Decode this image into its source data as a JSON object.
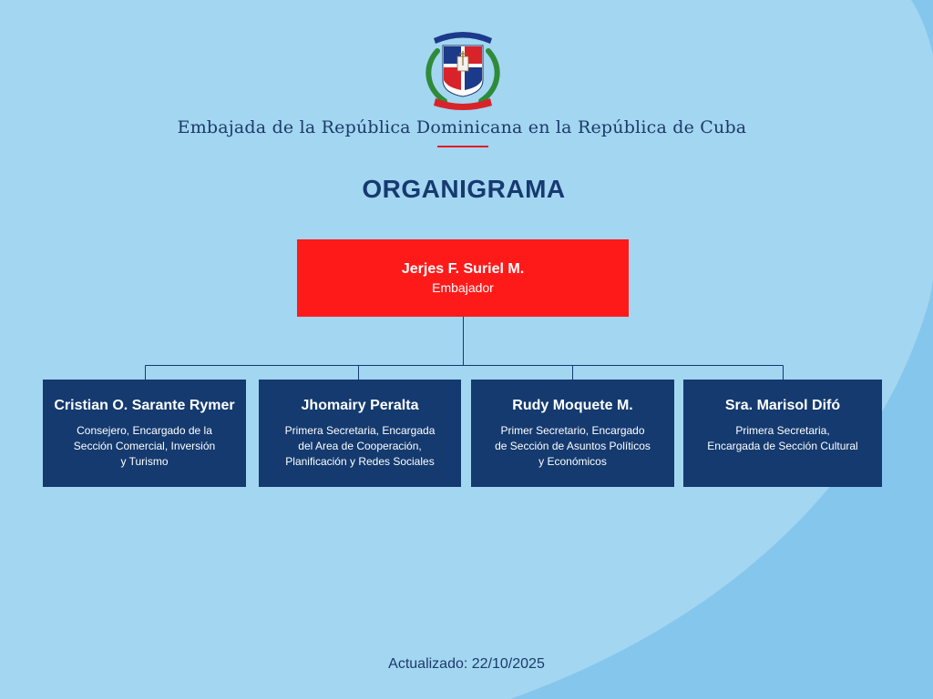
{
  "colors": {
    "background": "#a3d6f1",
    "background_shape": "#85c6ec",
    "primary_blue": "#143a6f",
    "top_red": "#ff1a1a",
    "accent_red": "#e31b23"
  },
  "header": {
    "emblem_icon": "dominican-republic-coat-of-arms-icon",
    "subtitle": "Embajada de la República Dominicana en la República de Cuba",
    "title": "ORGANIGRAMA"
  },
  "org": {
    "head": {
      "name": "Jerjes F. Suriel M.",
      "role": "Embajador"
    },
    "members": [
      {
        "name": "Cristian O. Sarante Rymer",
        "role": "Consejero, Encargado de la\nSección Comercial, Inversión\ny Turismo"
      },
      {
        "name": "Jhomairy Peralta",
        "role": "Primera Secretaria, Encargada\ndel Area de Cooperación,\nPlanificación y Redes Sociales"
      },
      {
        "name": "Rudy Moquete M.",
        "role": "Primer Secretario, Encargado\nde Sección de Asuntos Políticos\ny Económicos"
      },
      {
        "name": "Sra. Marisol Difó",
        "role": "Primera Secretaria,\nEncargada de Sección Cultural"
      }
    ]
  },
  "footer": {
    "updated": "Actualizado:  22/10/2025"
  }
}
